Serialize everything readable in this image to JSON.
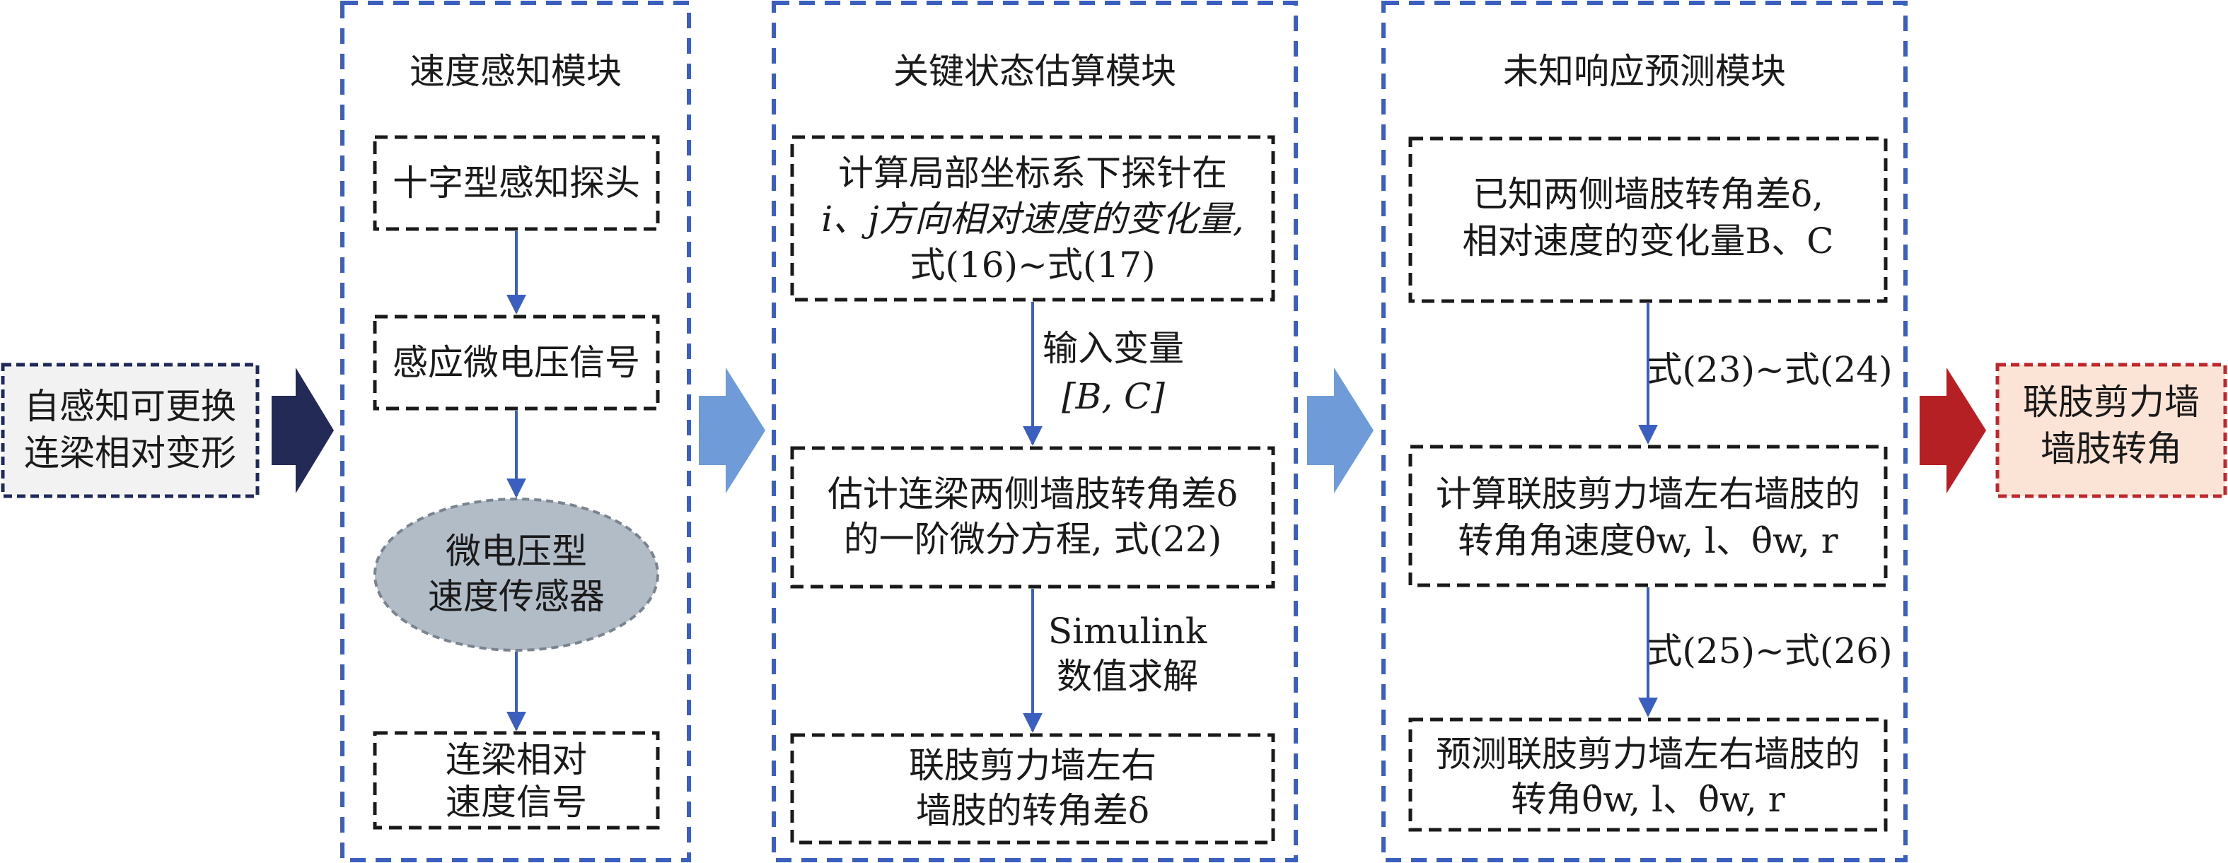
{
  "input": {
    "lines": [
      "自感知可更换",
      "连梁相对变形"
    ],
    "bg": "#f2f2f2",
    "border": "#1f2a5a"
  },
  "output": {
    "lines": [
      "联肢剪力墙",
      "墙肢转角"
    ],
    "bg": "#fbe3d6",
    "border": "#c0272d"
  },
  "colors": {
    "module_frame": "#3a5fbf",
    "flow_arrow": "#3a5fbf",
    "big_arrow_dark": "#222a55",
    "big_arrow_light": "#6f9bd8",
    "big_arrow_red": "#b52025",
    "ellipse_fill": "#b2bcc6"
  },
  "modules": [
    {
      "title": "速度感知模块",
      "nodes": [
        {
          "lines": [
            "十字型感知探头"
          ]
        },
        {
          "lines": [
            "感应微电压信号"
          ]
        },
        {
          "lines": [
            "微电压型",
            "速度传感器"
          ],
          "shape": "ellipse"
        },
        {
          "lines": [
            "连梁相对",
            "速度信号"
          ]
        }
      ]
    },
    {
      "title": "关键状态估算模块",
      "nodes": [
        {
          "lines": [
            "计算局部坐标系下探针在",
            "i、j方向相对速度的变化量,",
            "式(16)~式(17)"
          ]
        },
        {
          "lines": [
            "估计连梁两侧墙肢转角差δ",
            "的一阶微分方程, 式(22)"
          ]
        },
        {
          "lines": [
            "联肢剪力墙左右",
            "墙肢的转角差δ"
          ]
        }
      ],
      "edge_labels": [
        [
          "输入变量",
          "[B, C]"
        ],
        [
          "Simulink",
          "数值求解"
        ]
      ]
    },
    {
      "title": "未知响应预测模块",
      "nodes": [
        {
          "lines": [
            "已知两侧墙肢转角差δ,",
            "相对速度的变化量B、C"
          ]
        },
        {
          "lines": [
            "计算联肢剪力墙左右墙肢的",
            "转角角速度θ̇w, l、θ̇w, r"
          ]
        },
        {
          "lines": [
            "预测联肢剪力墙左右墙肢的",
            "转角θ̇w, l、θ̇w, r"
          ]
        }
      ],
      "edge_labels": [
        [
          "式(23)~式(24)"
        ],
        [
          "式(25)~式(26)"
        ]
      ]
    }
  ]
}
